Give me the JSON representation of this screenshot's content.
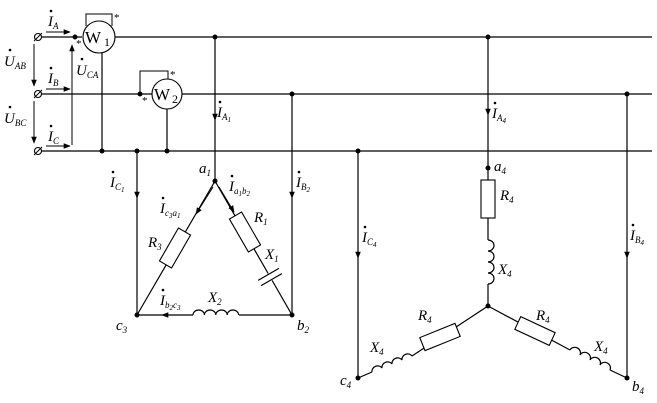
{
  "meters": {
    "w1": {
      "letter": "W",
      "index": "1",
      "star": "*"
    },
    "w2": {
      "letter": "W",
      "index": "2",
      "star": "*"
    }
  },
  "phases": {
    "a": {
      "current": "I",
      "sub": "A"
    },
    "b": {
      "current": "I",
      "sub": "B"
    },
    "c": {
      "current": "I",
      "sub": "C"
    }
  },
  "voltages": {
    "uab": {
      "sym": "U",
      "sub": "AB"
    },
    "ubc": {
      "sym": "U",
      "sub": "BC"
    },
    "uca": {
      "sym": "U",
      "sub": "CA"
    }
  },
  "delta": {
    "nodes": {
      "a1": {
        "sym": "a",
        "sub": "1"
      },
      "b2": {
        "sym": "b",
        "sub": "2"
      },
      "c3": {
        "sym": "c",
        "sub": "3"
      }
    },
    "elements": {
      "r1": {
        "sym": "R",
        "sub": "1"
      },
      "x1": {
        "sym": "X",
        "sub": "1"
      },
      "x2": {
        "sym": "X",
        "sub": "2"
      },
      "r3": {
        "sym": "R",
        "sub": "3"
      }
    },
    "currents": {
      "ia1": {
        "sym": "I",
        "sub": "A",
        "sub2": "1"
      },
      "ib2": {
        "sym": "I",
        "sub": "B",
        "sub2": "2"
      },
      "ic1": {
        "sym": "I",
        "sub": "C",
        "sub2": "1"
      },
      "ia1b2": {
        "sym": "I",
        "sub": "a",
        "sub2": "1",
        "sub3": "b",
        "sub4": "2"
      },
      "ic3a1": {
        "sym": "I",
        "sub": "c",
        "sub2": "3",
        "sub3": "a",
        "sub4": "1"
      },
      "ib2c3": {
        "sym": "I",
        "sub": "b",
        "sub2": "2",
        "sub3": "c",
        "sub4": "3"
      }
    }
  },
  "star": {
    "nodes": {
      "a4": {
        "sym": "a",
        "sub": "4"
      },
      "b4": {
        "sym": "b",
        "sub": "4"
      },
      "c4": {
        "sym": "c",
        "sub": "4"
      }
    },
    "elements": {
      "r4": {
        "sym": "R",
        "sub": "4"
      },
      "x4": {
        "sym": "X",
        "sub": "4"
      }
    },
    "currents": {
      "ia4": {
        "sym": "I",
        "sub": "A",
        "sub2": "4"
      },
      "ib4": {
        "sym": "I",
        "sub": "B",
        "sub2": "4"
      },
      "ic4": {
        "sym": "I",
        "sub": "C",
        "sub2": "4"
      }
    }
  }
}
